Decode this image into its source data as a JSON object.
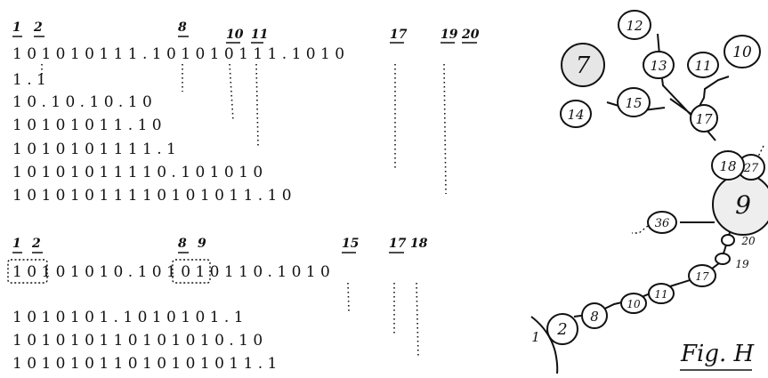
{
  "figure": {
    "caption": "Fig. H",
    "top_block": {
      "headers": [
        "1",
        "2",
        "8",
        "10",
        "11",
        "17",
        "19",
        "20"
      ],
      "rows": [
        "1 0 1 0 1 0 1 1 1 . 1 0 1 0 1 0 1 1 1 . 1 0 1 0",
        "1 . 1",
        "1 0 . 1 0 . 1 0 . 1 0",
        "1 0 1 0 1 0 1 1 . 1 0",
        "1 0 1 0 1 0 1 1 1 1 . 1",
        "1 0 1 0 1 0 1 1 1 1 0 . 1 0 1 0 1 0",
        "1 0 1 0 1 0 1 1 1 1 0 1 0 1 0 1 1 . 1 0"
      ]
    },
    "bottom_block": {
      "headers": [
        "1",
        "2",
        "8",
        "9",
        "15",
        "17",
        "18"
      ],
      "rows": [
        "1 0 1 0 1 0 1 0 . 1 0 1 0 1 0 1 1 0 . 1 0 1 0",
        "1 0 1 0 1 0 1 . 1 0 1 0 1 0 1 . 1",
        "1 0 1 0 1 0 1 1 0 1 0 1 0 1 0 . 1 0",
        "1 0 1 0 1 0 1 1 0 1 0 1 0 1 0 1 1 . 1"
      ]
    },
    "tree": {
      "nodes": [
        "1",
        "2",
        "8",
        "10",
        "11",
        "17",
        "19",
        "20",
        "9",
        "36",
        "27",
        "18",
        "17",
        "15",
        "14",
        "7",
        "13",
        "12",
        "11",
        "10"
      ]
    }
  }
}
